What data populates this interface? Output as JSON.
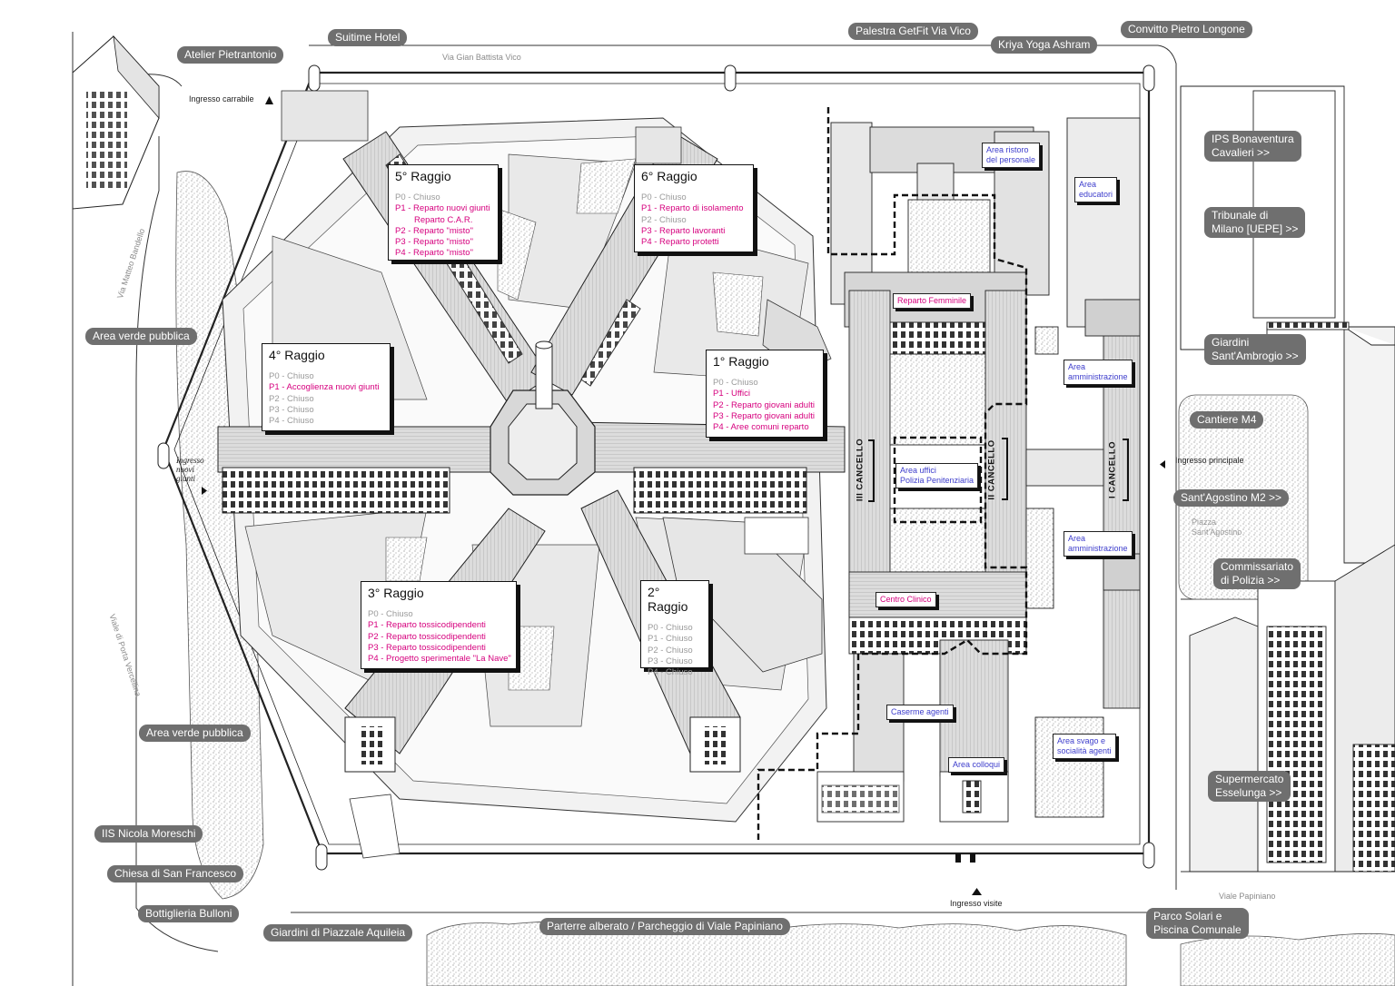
{
  "streets": {
    "north": "Via Gian Battista Vico",
    "west_upper": "Via Matteo Bandello",
    "west_lower": "Viale di Porta Vercellina",
    "south": "Viale Papiniano"
  },
  "entrances": {
    "carrabile": "Ingresso carrabile",
    "nuovi_giunti": [
      "Ingresso",
      "nuovi",
      "giunti"
    ],
    "principale": "Ingresso principale",
    "visite": "Ingresso visite"
  },
  "places": {
    "atelier": "Atelier Pietrantonio",
    "suitime": "Suitime Hotel",
    "palestra": "Palestra GetFit Via Vico",
    "kriya": "Kriya Yoga Ashram",
    "convitto": "Convitto Pietro Longone",
    "area_verde_1": "Area verde pubblica",
    "area_verde_2": "Area verde pubblica",
    "iis": "IIS Nicola Moreschi",
    "chiesa": "Chiesa di San Francesco",
    "bottiglieria": "Bottiglieria Bulloni",
    "giardini_aquileia": "Giardini di Piazzale Aquileia",
    "parterre": "Parterre alberato / Parcheggio di Viale Papiniano",
    "ips": [
      "IPS Bonaventura",
      "Cavalieri >>"
    ],
    "tribunale": [
      "Tribunale di",
      "Milano [UEPE] >>"
    ],
    "giardini_sa": [
      "Giardini",
      "Sant'Ambrogio >>"
    ],
    "cantiere": "Cantiere M4",
    "santagostino": "Sant'Agostino M2 >>",
    "commissariato": [
      "Commissariato",
      "di Polizia >>"
    ],
    "supermercato": [
      "Supermercato",
      "Esselunga >>"
    ],
    "parco": [
      "Parco Solari e",
      "Piscina Comunale"
    ],
    "piazza": [
      "Piazza",
      "Sant'Agostino"
    ]
  },
  "raggi": {
    "r5": {
      "title": "5° Raggio",
      "floors": [
        {
          "t": "P0 - Chiuso",
          "k": "c"
        },
        {
          "t": "P1 -  Reparto nuovi giunti",
          "k": "a"
        },
        {
          "t": "Reparto C.A.R.",
          "k": "a",
          "indent": true
        },
        {
          "t": "P2 - Reparto \"misto\"",
          "k": "a"
        },
        {
          "t": "P3 - Reparto \"misto\"",
          "k": "a"
        },
        {
          "t": "P4 - Reparto \"misto\"",
          "k": "a"
        }
      ]
    },
    "r6": {
      "title": "6° Raggio",
      "floors": [
        {
          "t": "P0 - Chiuso",
          "k": "c"
        },
        {
          "t": "P1 -  Reparto di isolamento",
          "k": "a"
        },
        {
          "t": "P2 - Chiuso",
          "k": "c"
        },
        {
          "t": "P3 - Reparto lavoranti",
          "k": "a"
        },
        {
          "t": "P4 - Reparto protetti",
          "k": "a"
        }
      ]
    },
    "r4": {
      "title": "4° Raggio",
      "floors": [
        {
          "t": "P0 - Chiuso",
          "k": "c"
        },
        {
          "t": "P1 -  Accoglienza nuovi giunti",
          "k": "a"
        },
        {
          "t": "P2 - Chiuso",
          "k": "c"
        },
        {
          "t": "P3 - Chiuso",
          "k": "c"
        },
        {
          "t": "P4 - Chiuso",
          "k": "c"
        }
      ]
    },
    "r1": {
      "title": "1° Raggio",
      "floors": [
        {
          "t": "P0 - Chiuso",
          "k": "c"
        },
        {
          "t": "P1 -  Uffici",
          "k": "a"
        },
        {
          "t": "P2 - Reparto giovani adulti",
          "k": "a"
        },
        {
          "t": "P3 - Reparto giovani adulti",
          "k": "a"
        },
        {
          "t": "P4 - Aree comuni reparto",
          "k": "a"
        }
      ]
    },
    "r3": {
      "title": "3° Raggio",
      "floors": [
        {
          "t": "P0 - Chiuso",
          "k": "c"
        },
        {
          "t": "P1 - Reparto tossicodipendenti",
          "k": "a"
        },
        {
          "t": "P2 - Reparto tossicodipendenti",
          "k": "a"
        },
        {
          "t": "P3 - Reparto tossicodipendenti",
          "k": "a"
        },
        {
          "t": "P4 - Progetto sperimentale \"La Nave\"",
          "k": "a"
        }
      ]
    },
    "r2": {
      "title": "2° Raggio",
      "floors": [
        {
          "t": "P0 - Chiuso",
          "k": "c"
        },
        {
          "t": "P1 - Chiuso",
          "k": "c"
        },
        {
          "t": "P2 - Chiuso",
          "k": "c"
        },
        {
          "t": "P3 - Chiuso",
          "k": "c"
        },
        {
          "t": "P4 - Chiuso",
          "k": "c"
        }
      ]
    }
  },
  "areas": {
    "ristoro": [
      "Area ristoro",
      "del personale"
    ],
    "educatori": [
      "Area",
      "educatori"
    ],
    "femminile": [
      "Reparto Femminile"
    ],
    "amm1": [
      "Area",
      "amministrazione"
    ],
    "uffici_pp": [
      "Area uffici",
      "Polizia Penitenziaria"
    ],
    "amm2": [
      "Area",
      "amministrazione"
    ],
    "clinico": [
      "Centro Clinico"
    ],
    "caserme": [
      "Caserme agenti"
    ],
    "svago": [
      "Area svago e",
      "socialità agenti"
    ],
    "colloqui": [
      "Area colloqui"
    ]
  },
  "gates": {
    "g3": "III CANCELLO",
    "g2": "II CANCELLO",
    "g1": "I CANCELLO"
  },
  "colors": {
    "accent": "#d6007e",
    "blue_label": "#3d3dcc",
    "pill": "#6f6f6f",
    "closed": "#9a9a9a"
  }
}
